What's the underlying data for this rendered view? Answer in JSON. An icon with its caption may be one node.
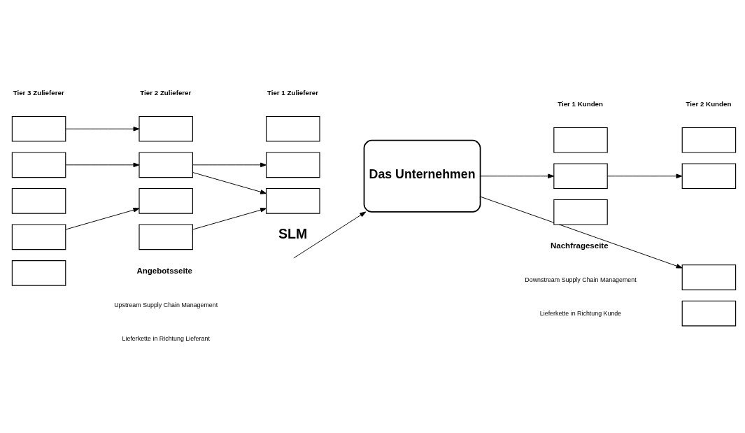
{
  "diagram": {
    "nodes": [
      {
        "text": [],
        "shape": "box"
      },
      {
        "text": [],
        "shape": "box"
      },
      {
        "text": [],
        "shape": "box"
      },
      {
        "text": [],
        "shape": "box"
      },
      {
        "text": [],
        "shape": "box"
      },
      {
        "text": [],
        "shape": "box"
      },
      {
        "text": [],
        "shape": "box"
      },
      {
        "text": [],
        "shape": "box"
      },
      {
        "text": [],
        "shape": "box"
      },
      {
        "text": [],
        "shape": "box"
      },
      {
        "text": [],
        "shape": "box"
      },
      {
        "text": [],
        "shape": "box"
      },
      {
        "text": [
          "Das Unternehmen"
        ]
      },
      {
        "text": [],
        "shape": "box"
      },
      {
        "text": [],
        "shape": "box"
      },
      {
        "text": [],
        "shape": "box"
      },
      {
        "text": [],
        "shape": "box"
      },
      {
        "text": [],
        "shape": "box"
      },
      {
        "text": [],
        "shape": "box"
      },
      {
        "text": [],
        "shape": "box"
      }
    ],
    "edges": [
      {
        "from": 0,
        "to": 5,
        "arrow": "to"
      },
      {
        "from": 1,
        "to": 6,
        "arrow": "to"
      },
      {
        "from": 3,
        "to": 7,
        "arrow": "to"
      },
      {
        "from": 6,
        "to": 10,
        "arrow": "to"
      },
      {
        "from": 6,
        "to": 11,
        "arrow": "to"
      },
      {
        "from": 8,
        "to": 11,
        "arrow": "to"
      },
      {
        "from": null,
        "to": 12,
        "arrow": "to"
      },
      {
        "from": 12,
        "to": 14,
        "arrow": "to"
      },
      {
        "from": 14,
        "to": 17,
        "arrow": "to"
      },
      {
        "from": 12,
        "to": 18,
        "arrow": "to"
      }
    ],
    "labels": [
      "Tier 3 Zulieferer",
      "Tier 2 Zulieferer",
      "Tier 1 Zulieferer",
      "Tier 1 Kunden",
      "Tier 2 Kunden",
      "SLM",
      "Angebotsseite",
      "Nachfrageseite",
      "Upstream Supply Chain Management",
      "Downstream Supply Chain Management",
      "Lieferkette in Richtung Lieferant",
      "Lieferkette in Richtung Kunde"
    ]
  }
}
